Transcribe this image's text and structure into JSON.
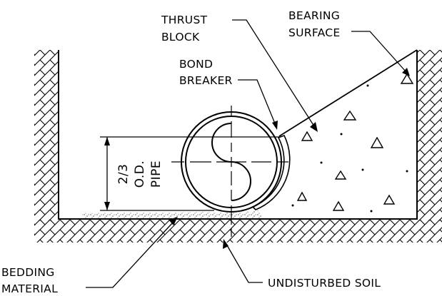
{
  "labels": {
    "thrust_block": [
      "THRUST",
      "BLOCK"
    ],
    "bearing_surface": [
      "BEARING",
      "SURFACE"
    ],
    "bond_breaker": [
      "BOND",
      "BREAKER"
    ],
    "bedding_material": [
      "BEDDING",
      "MATERIAL"
    ],
    "undisturbed_soil": "UNDISTURBED SOIL",
    "pipe_dims": [
      "2/3",
      "O.D.",
      "PIPE"
    ]
  }
}
